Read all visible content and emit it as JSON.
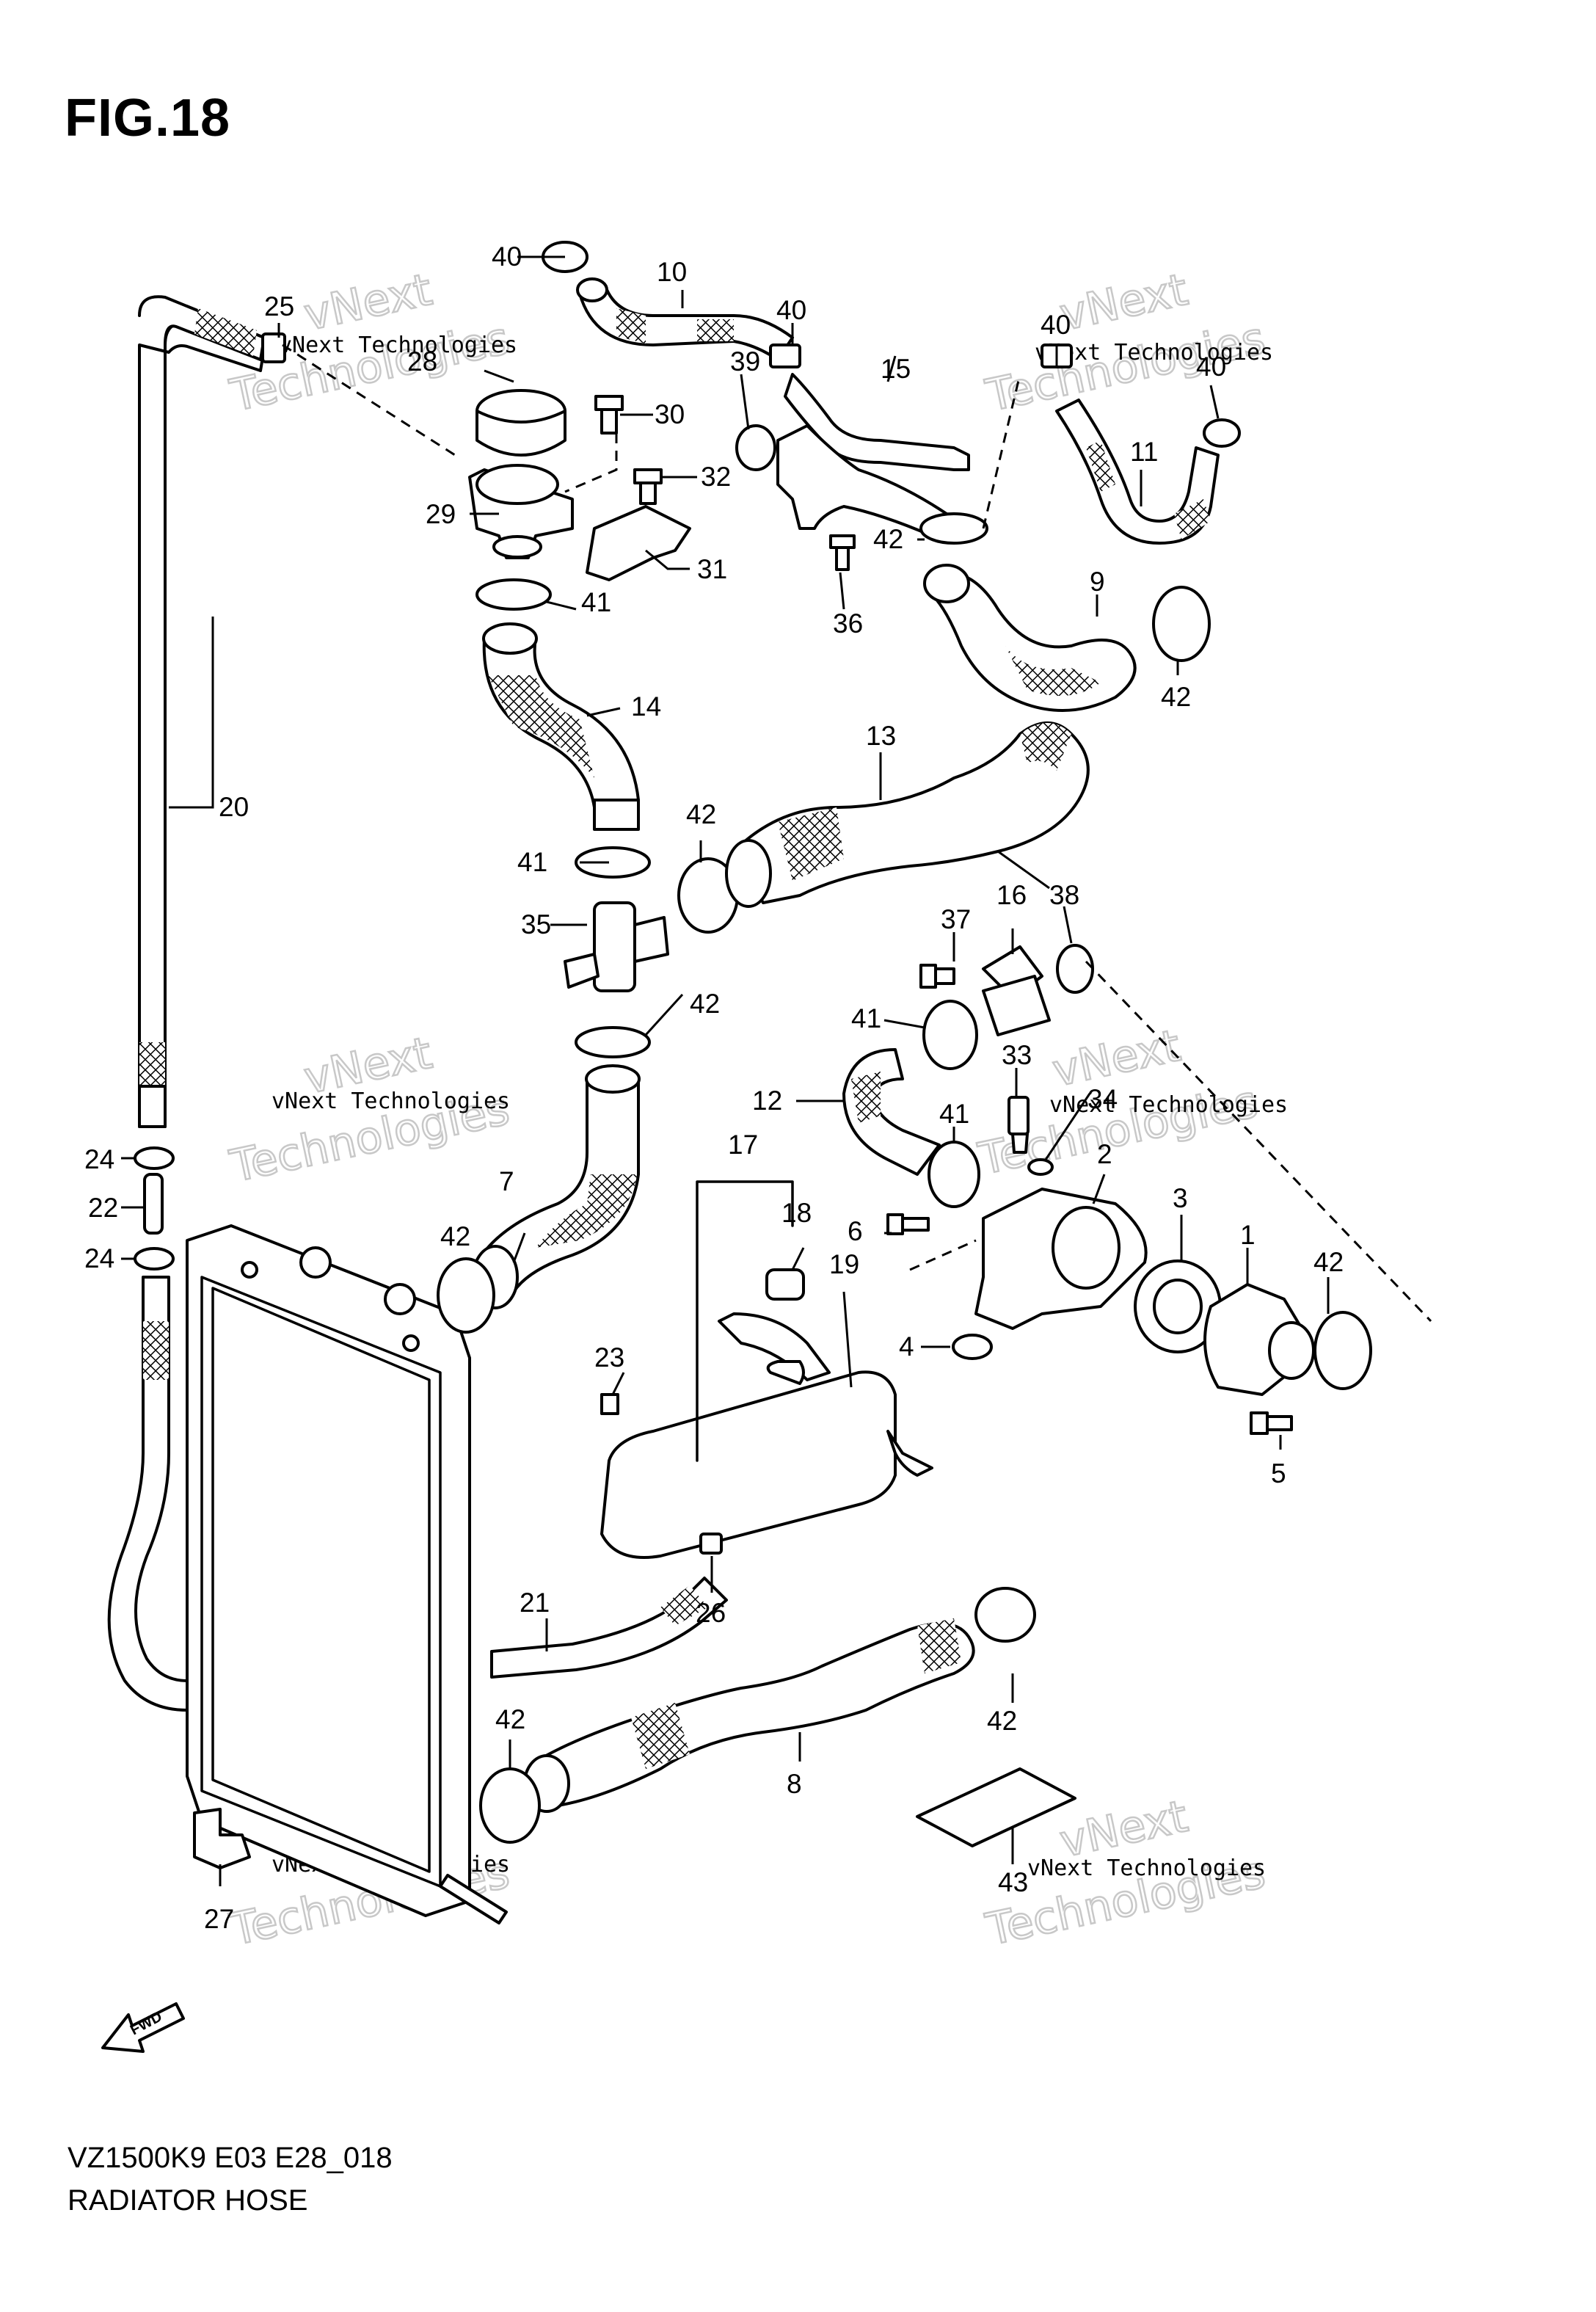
{
  "figure": {
    "title": "FIG.18",
    "model_code": "VZ1500K9 E03 E28_018",
    "section_name": "RADIATOR HOSE"
  },
  "watermark": {
    "line1": "vNext Technologies",
    "line2": "Technologies",
    "overlay": "vNext"
  },
  "fwd_arrow_label": "FWD",
  "part_labels": [
    "1",
    "2",
    "3",
    "4",
    "5",
    "6",
    "7",
    "8",
    "9",
    "10",
    "11",
    "12",
    "13",
    "14",
    "15",
    "16",
    "17",
    "18",
    "19",
    "20",
    "21",
    "22",
    "23",
    "24",
    "24",
    "25",
    "26",
    "27",
    "28",
    "29",
    "30",
    "31",
    "32",
    "33",
    "34",
    "35",
    "36",
    "37",
    "38",
    "39",
    "40",
    "40",
    "40",
    "40",
    "41",
    "41",
    "41",
    "41",
    "42",
    "42",
    "42",
    "42",
    "42",
    "42",
    "42",
    "42",
    "43"
  ],
  "colors": {
    "line": "#000000",
    "background": "#ffffff",
    "watermark_outline": "#c8c8c8"
  }
}
